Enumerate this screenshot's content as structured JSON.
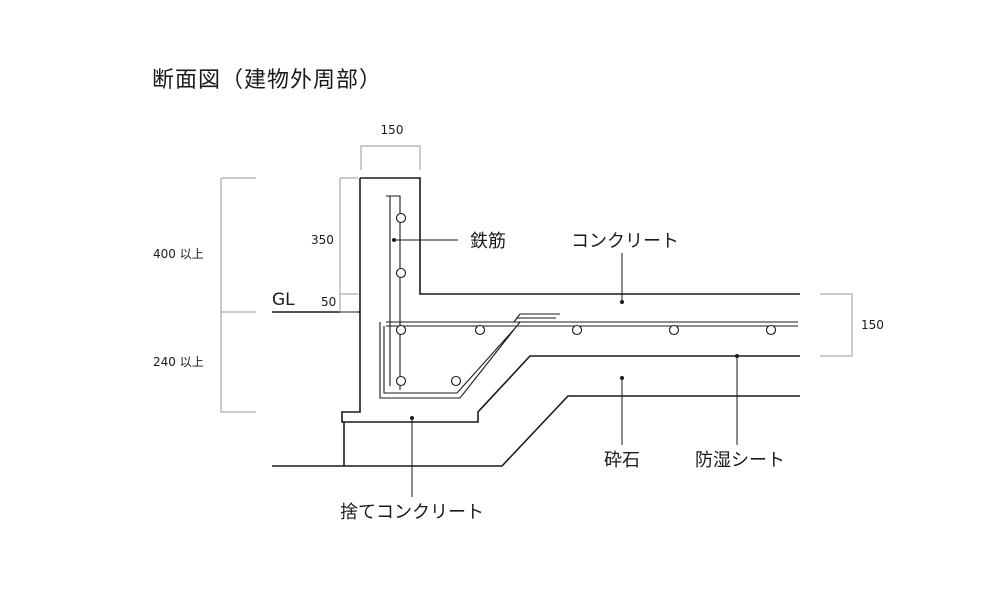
{
  "title": "断面図（建物外周部）",
  "dimensions": {
    "wall_width": "150",
    "above_gl": "400 以上",
    "below_gl": "240 以上",
    "upper_wall": "350",
    "gl_offset": "50",
    "slab_thickness": "150"
  },
  "ground_label": "GL",
  "labels": {
    "rebar": "鉄筋",
    "concrete": "コンクリート",
    "crushed_stone": "砕石",
    "moisture_sheet": "防湿シート",
    "blinding_concrete": "捨てコンクリート"
  }
}
